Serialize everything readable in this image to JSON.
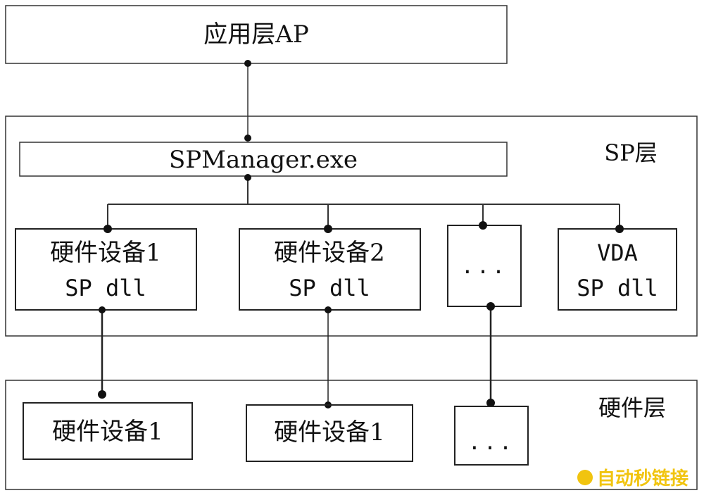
{
  "colors": {
    "stroke": "#222222",
    "background": "#ffffff",
    "watermark": "#f1c40f"
  },
  "layers": {
    "ap": {
      "label": "应用层AP"
    },
    "sp": {
      "label": "SP层"
    },
    "hw": {
      "label": "硬件层"
    }
  },
  "sp_manager": {
    "label": "SPManager.exe"
  },
  "sp_modules": [
    {
      "line1": "硬件设备1",
      "line2": "SP dll"
    },
    {
      "line1": "硬件设备2",
      "line2": "SP dll"
    },
    {
      "line1": "...",
      "line2": ""
    },
    {
      "line1": "VDA",
      "line2": "SP dll"
    }
  ],
  "hardware_devices": [
    {
      "label": "硬件设备1"
    },
    {
      "label": "硬件设备1"
    },
    {
      "label": "..."
    }
  ],
  "watermark": {
    "text": "自动秒链接"
  }
}
